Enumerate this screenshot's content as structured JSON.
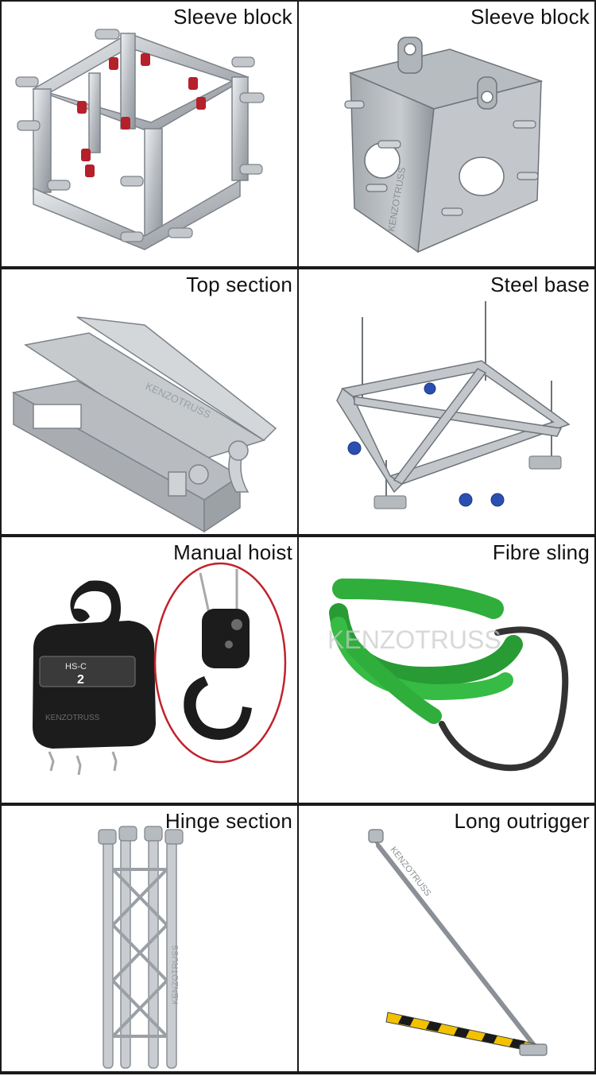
{
  "panels": [
    {
      "label": "Sleeve block",
      "icon": "sleeve-block-aluminum-icon"
    },
    {
      "label": "Sleeve block",
      "icon": "sleeve-block-steel-icon"
    },
    {
      "label": "Top section",
      "icon": "top-section-icon"
    },
    {
      "label": "Steel base",
      "icon": "steel-base-icon"
    },
    {
      "label": "Manual hoist",
      "icon": "manual-hoist-icon",
      "plate_model": "HS-C",
      "plate_capacity": "2"
    },
    {
      "label": "Fibre sling",
      "icon": "fibre-sling-icon"
    },
    {
      "label": "Hinge section",
      "icon": "hinge-section-icon"
    },
    {
      "label": "Long outrigger",
      "icon": "long-outrigger-icon"
    }
  ],
  "watermark": "KENZOTRUSS",
  "colors": {
    "border": "#1a1a1a",
    "aluminum": "#c9ccd0",
    "steel": "#9ea3a8",
    "sling_green": "#2fae3c",
    "hoist_black": "#1c1c1c",
    "accent_red": "#c0232c",
    "caster_blue": "#2b4fb0",
    "hazard_yellow": "#f2c200"
  }
}
